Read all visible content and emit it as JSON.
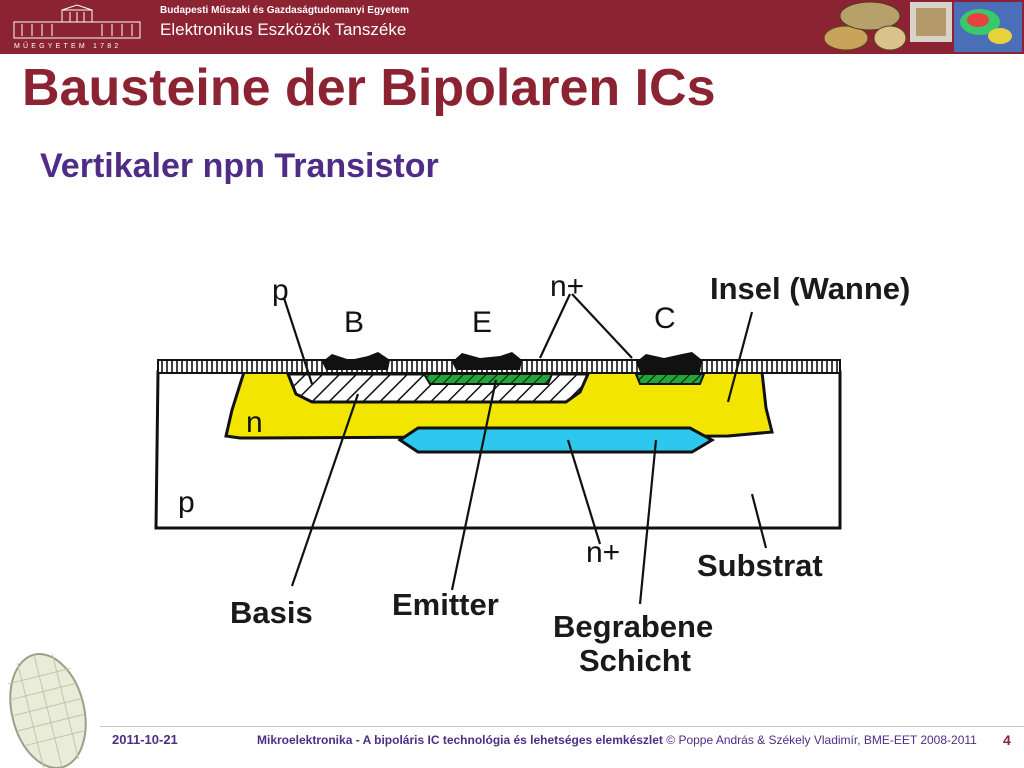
{
  "header": {
    "university": "Budapesti Műszaki és Gazdaságtudomanyi Egyetem",
    "department": "Elektronikus Eszközök Tanszéke",
    "logo_text": "MŰEGYETEM 1782"
  },
  "slide": {
    "title": "Bausteine der Bipolaren ICs",
    "subtitle": "Vertikaler npn Transistor"
  },
  "diagram": {
    "drawn_labels": {
      "p_top": "p",
      "B": "B",
      "E": "E",
      "C": "C",
      "n_plus_top": "n+",
      "n_left": "n",
      "p_bottom": "p",
      "n_plus_bottom": "n+"
    },
    "labels": {
      "insel": "Insel (Wanne)",
      "basis": "Basis",
      "emitter": "Emitter",
      "substrat": "Substrat",
      "begrabene_line1": "Begrabene",
      "begrabene_line2": "Schicht"
    },
    "colors": {
      "n_island": "#f2e600",
      "buried_layer": "#2ec8ee",
      "emitter_green": "#22a53a",
      "outline": "#111111"
    }
  },
  "footer": {
    "date": "2011-10-21",
    "course": "Mikroelektronika - A bipoláris IC technológia és lehetséges elemkészlet",
    "credit": "© Poppe András & Székely Vladimír, BME-EET 2008-2011",
    "page": "4"
  },
  "colors": {
    "header_bg": "#8b2332",
    "title": "#8b2332",
    "subtitle": "#4f2d86"
  }
}
